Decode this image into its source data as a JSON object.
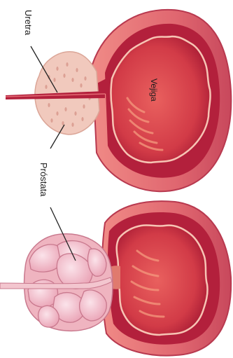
{
  "labels": {
    "uretra": "Uretra",
    "vejiga": "Vejiga",
    "prostata": "Próstata"
  },
  "colors": {
    "bladder_outer": "#c9435a",
    "bladder_wall": "#e86a72",
    "bladder_inner": "#b01c3a",
    "bladder_lumen": "#d7424a",
    "urethra": "#b3203c",
    "prostate_normal": "#f1c9bd",
    "prostate_enlarged": "#efb4c0",
    "prostate_lobe": "#f6d2dc",
    "leader_line": "#222222"
  }
}
